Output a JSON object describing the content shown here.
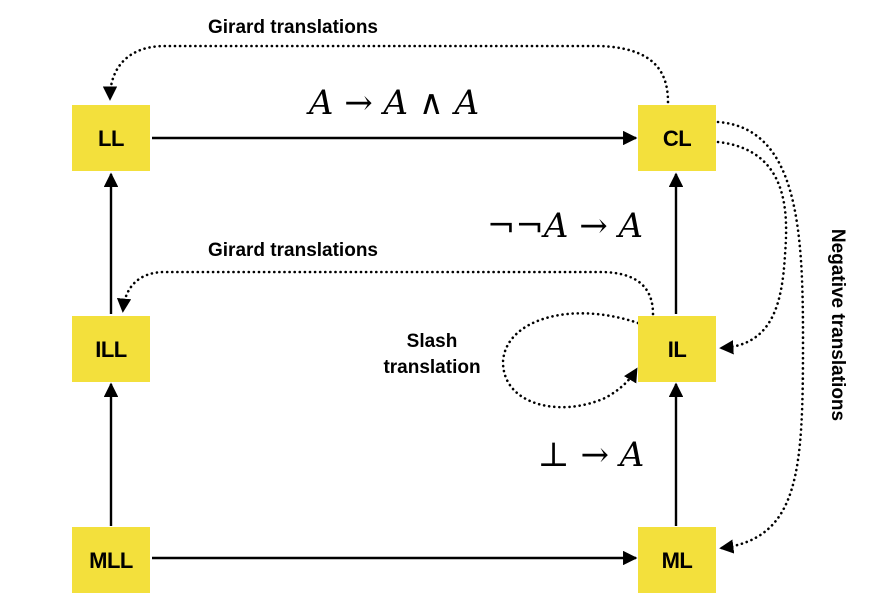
{
  "colors": {
    "node_fill": "#f3e03c",
    "stroke": "#000000",
    "background": "#ffffff"
  },
  "nodes": {
    "ll": "LL",
    "cl": "CL",
    "ill": "ILL",
    "il": "IL",
    "mll": "MLL",
    "ml": "ML"
  },
  "edge_labels": {
    "girard_top": "Girard translations",
    "girard_middle": "Girard translations",
    "slash_line1": "Slash",
    "slash_line2": "translation",
    "negative": "Negative translations"
  },
  "formulas": {
    "contraction": "A → A ∧ A",
    "double_negation": "¬¬A → A",
    "ex_falso": "⊥ → A"
  }
}
